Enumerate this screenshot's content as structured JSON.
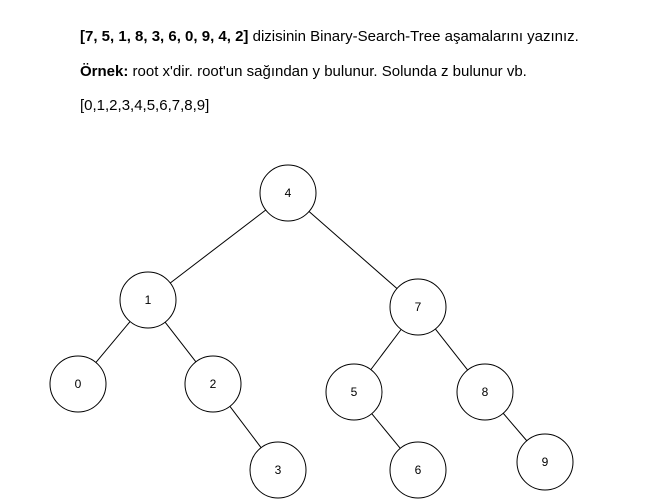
{
  "text": {
    "line1_bold": "[7, 5, 1, 8, 3, 6, 0, 9, 4, 2]",
    "line1_rest": " dizisinin Binary-Search-Tree aşamalarını yazınız.",
    "line2_bold": "Örnek:",
    "line2_rest": " root x'dir. root'un sağından y bulunur. Solunda z bulunur vb.",
    "line3": "[0,1,2,3,4,5,6,7,8,9]"
  },
  "tree": {
    "nodes": [
      {
        "id": "n4",
        "label": "4"
      },
      {
        "id": "n1",
        "label": "1"
      },
      {
        "id": "n7",
        "label": "7"
      },
      {
        "id": "n0",
        "label": "0"
      },
      {
        "id": "n2",
        "label": "2"
      },
      {
        "id": "n5",
        "label": "5"
      },
      {
        "id": "n8",
        "label": "8"
      },
      {
        "id": "n3",
        "label": "3"
      },
      {
        "id": "n6",
        "label": "6"
      },
      {
        "id": "n9",
        "label": "9"
      }
    ],
    "edges": [
      [
        "n4",
        "n1"
      ],
      [
        "n4",
        "n7"
      ],
      [
        "n1",
        "n0"
      ],
      [
        "n1",
        "n2"
      ],
      [
        "n7",
        "n5"
      ],
      [
        "n7",
        "n8"
      ],
      [
        "n2",
        "n3"
      ],
      [
        "n5",
        "n6"
      ],
      [
        "n8",
        "n9"
      ]
    ]
  }
}
